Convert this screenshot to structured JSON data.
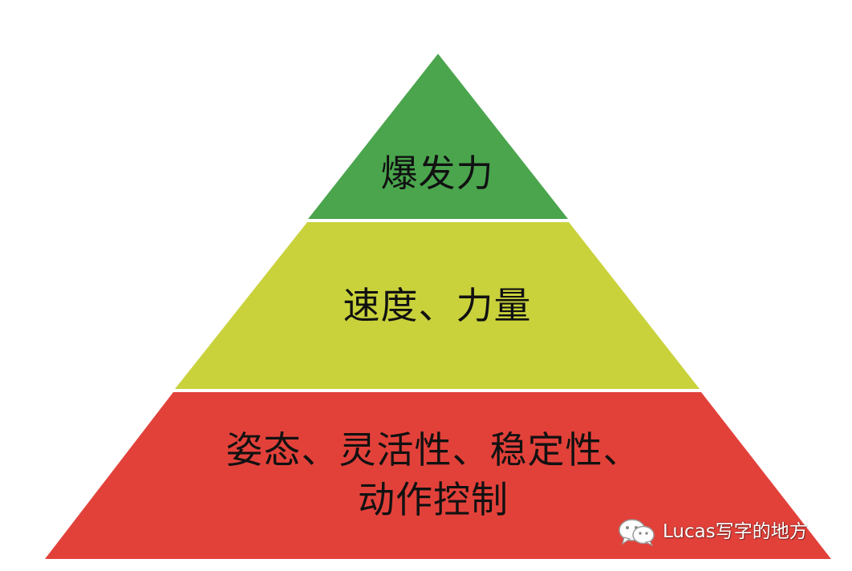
{
  "diagram": {
    "type": "pyramid",
    "tiers": [
      {
        "position": "top",
        "label_lines": [
          "爆发力"
        ],
        "color": "#4aa54d"
      },
      {
        "position": "middle",
        "label_lines": [
          "速度、力量"
        ],
        "color": "#c9d23b"
      },
      {
        "position": "bottom",
        "label_lines": [
          "姿态、灵活性、稳定性、",
          "动作控制"
        ],
        "color": "#e2413a"
      }
    ],
    "divider_color": "#ffffff"
  },
  "watermark": {
    "icon": "wechat-icon",
    "text": "Lucas写字的地方"
  }
}
